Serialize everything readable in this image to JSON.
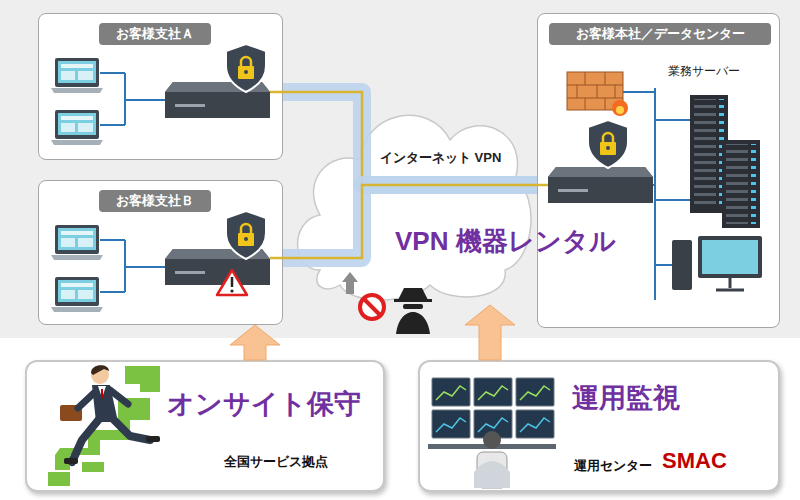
{
  "diagram": {
    "nodes": [
      {
        "text": [
          "お客様支社Ａ"
        ]
      },
      {
        "text": [
          "お客様支社Ｂ"
        ]
      },
      {
        "text": [
          "お客様本社／データセンター"
        ]
      },
      {
        "text": [
          "インターネット VPN"
        ]
      },
      {
        "text": [
          "オンサイト保守",
          "全国サービス拠点"
        ]
      },
      {
        "text": [
          "運用監視",
          "運用センター",
          "SMAC"
        ]
      }
    ],
    "edges": [
      {
        "from": 0,
        "to": 2,
        "arrow": "none"
      },
      {
        "from": 1,
        "to": 2,
        "arrow": "none"
      },
      {
        "from": 4,
        "to": 1,
        "arrow": "to"
      },
      {
        "from": 5,
        "to": 3,
        "arrow": "to"
      }
    ],
    "labels": [
      "VPN 機器レンタル",
      "業務サーバー"
    ]
  }
}
